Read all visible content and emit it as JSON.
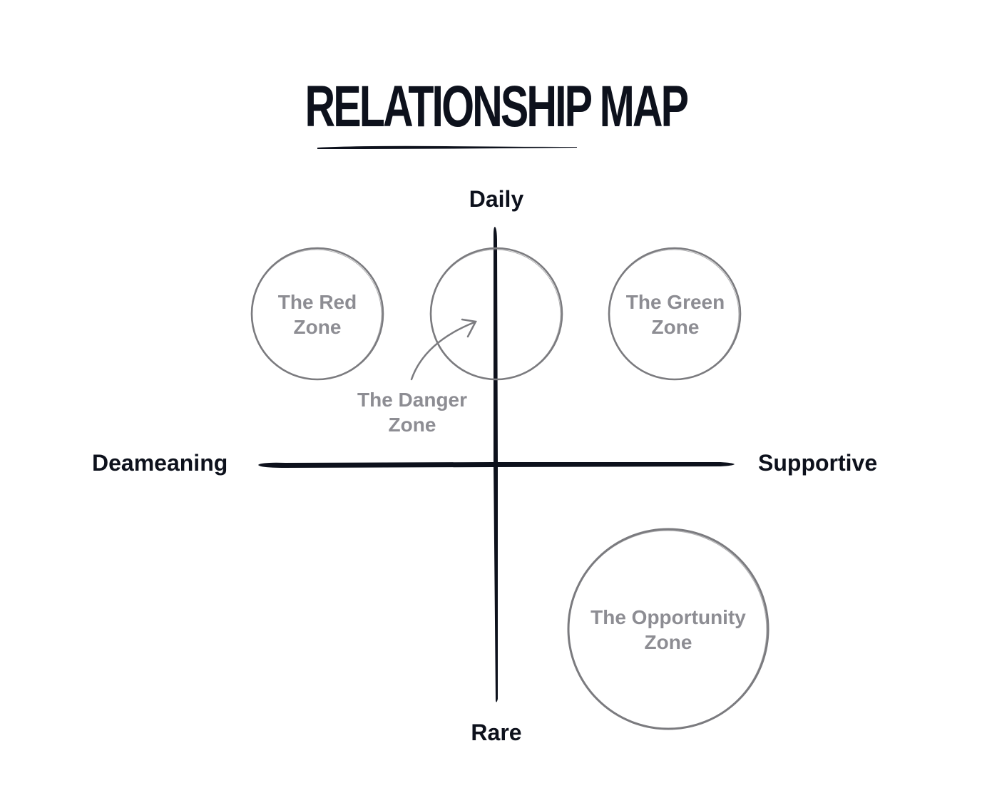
{
  "title": "RELATIONSHIP MAP",
  "axes": {
    "top": "Daily",
    "bottom": "Rare",
    "left": "Deameaning",
    "right": "Supportive"
  },
  "zones": {
    "red": {
      "line1": "The Red",
      "line2": "Zone"
    },
    "green": {
      "line1": "The Green",
      "line2": "Zone"
    },
    "danger": {
      "line1": "The Danger",
      "line2": "Zone"
    },
    "opportunity": {
      "line1": "The Opportunity",
      "line2": "Zone"
    }
  },
  "colors": {
    "ink": "#0d111c",
    "zone_text": "#8d8d93",
    "circle_stroke": "#7b7b7f"
  }
}
